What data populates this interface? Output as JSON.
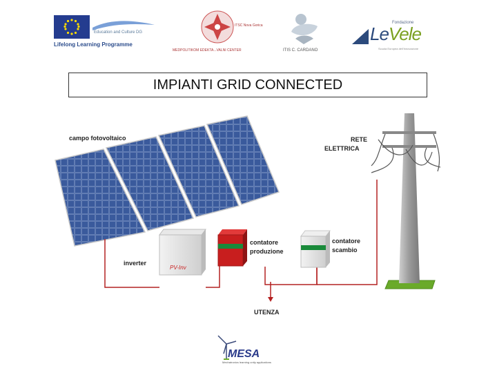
{
  "logos": {
    "eu_program": "Education and Culture DG",
    "eu_lifelong": "Lifelong Learning Programme",
    "itsc_name": "ITSC Nova Gorica",
    "itsc_sub": "MEDPOLITIKOM EDEKTA...VALNI CENTER",
    "itis_sub": "ITIS C. CARDANO",
    "levele_foundation": "Fondazione",
    "levele_word_1": "Le",
    "levele_word_2": "Vele",
    "levele_sub": "Scuola Europea dell'Innovazione",
    "mesa_word": "MESA",
    "mesa_sub": "Mechatronics learning unity applications"
  },
  "title": "IMPIANTI GRID CONNECTED",
  "diagram": {
    "pv_field": "campo fotovoltaico",
    "grid_line_1": "RETE",
    "grid_line_2": "ELETTRICA",
    "inverter": "inverter",
    "inverter_brand": "PV-Inv",
    "production_meter_1": "contatore",
    "production_meter_2": "produzione",
    "exchange_meter_1": "contatore",
    "exchange_meter_2": "scambio",
    "load": "UTENZA"
  },
  "colors": {
    "wire": "#b42020",
    "panel": "#2c4a8c",
    "production_meter": "#c81e1e",
    "meter_band": "#1a8a3a",
    "grass": "#6aaa2a",
    "pylon": "#9a9a9a",
    "eu_blue": "#243c8f",
    "eu_star": "#ffdd00"
  }
}
